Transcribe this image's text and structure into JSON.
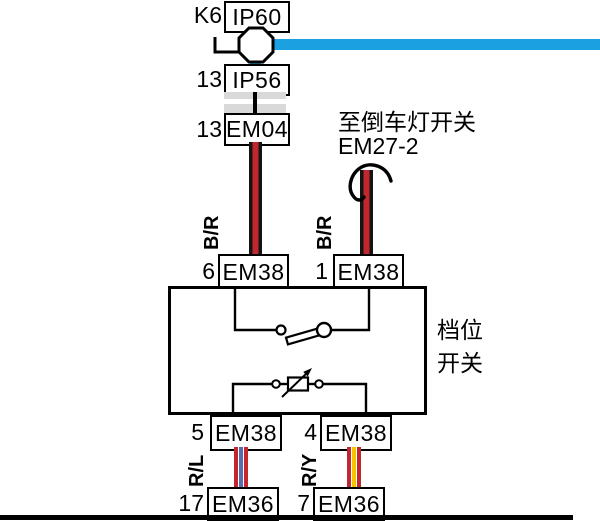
{
  "colors": {
    "bus_blue": "#1BA1E2",
    "wire_red": "#C1272D",
    "wire_black": "#141414",
    "stripe_blue": "#5A6BB0",
    "stripe_yellow": "#F2C500",
    "connector_gray": "#D9D9D9"
  },
  "top_chain": {
    "k6_pin": "K6",
    "ip60": "IP60",
    "ip56_pin": "13",
    "ip56": "IP56",
    "em04_pin": "13",
    "em04": "EM04"
  },
  "branch_note": {
    "line1": "至倒车灯开关",
    "line2": "EM27-2"
  },
  "wire_labels": {
    "left_br": "B/R",
    "right_br": "B/R",
    "rl": "R/L",
    "ry": "R/Y"
  },
  "gear_switch": {
    "name_line1": "档位",
    "name_line2": "开关"
  },
  "em38_top": [
    {
      "pin": "6",
      "label": "EM38"
    },
    {
      "pin": "1",
      "label": "EM38"
    }
  ],
  "em38_bottom": [
    {
      "pin": "5",
      "label": "EM38"
    },
    {
      "pin": "4",
      "label": "EM38"
    }
  ],
  "em36": [
    {
      "pin": "17",
      "label": "EM36"
    },
    {
      "pin": "7",
      "label": "EM36"
    }
  ]
}
